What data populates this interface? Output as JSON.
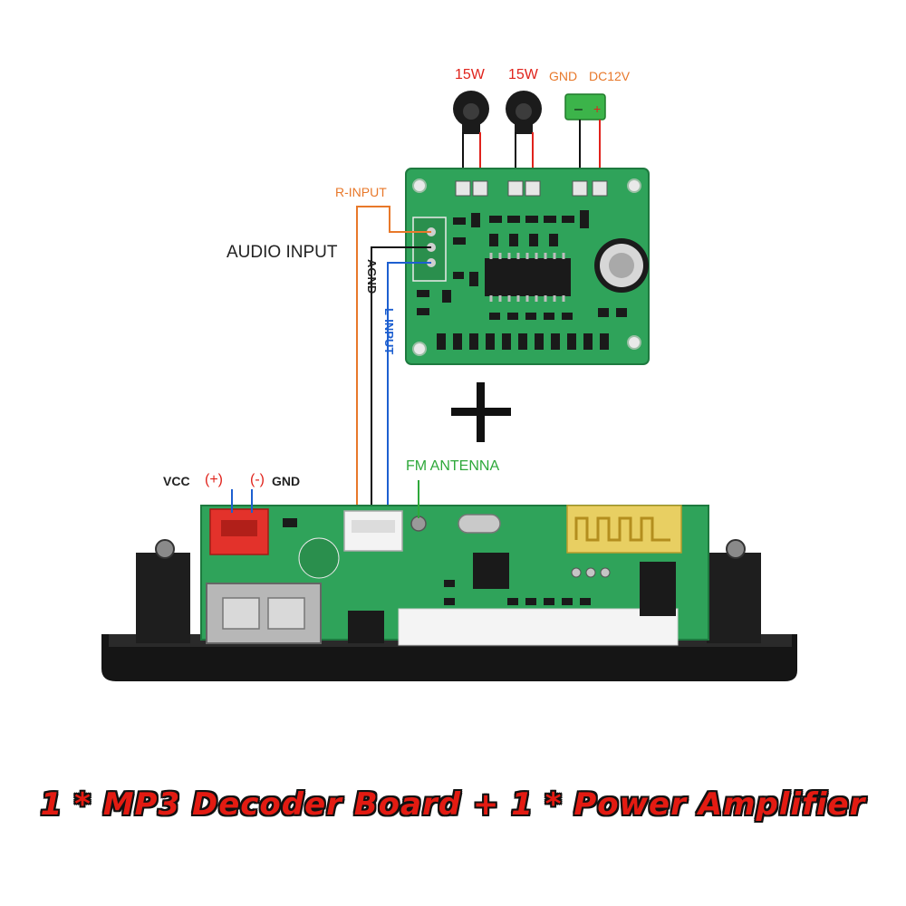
{
  "amplifier": {
    "label_speaker_left": "15W",
    "label_speaker_right": "15W",
    "label_gnd": "GND",
    "label_dc": "DC12V",
    "label_r_input": "R-INPUT",
    "label_l_input": "L-INPUT",
    "label_agnd": "AGND",
    "label_audio_input": "AUDIO INPUT"
  },
  "decoder": {
    "label_vcc": "VCC",
    "label_plus": "(+)",
    "label_minus": "(-)",
    "label_gnd": "GND",
    "label_fm": "FM ANTENNA"
  },
  "caption": "1 * MP3 Decoder Board + 1 * Power Amplifier",
  "colors": {
    "pcb_green": "#2fa35a",
    "wire_red": "#e0231c",
    "wire_orange": "#e8782a",
    "wire_blue": "#1d5fd0",
    "wire_black": "#111111",
    "label_green": "#2ea83a"
  }
}
